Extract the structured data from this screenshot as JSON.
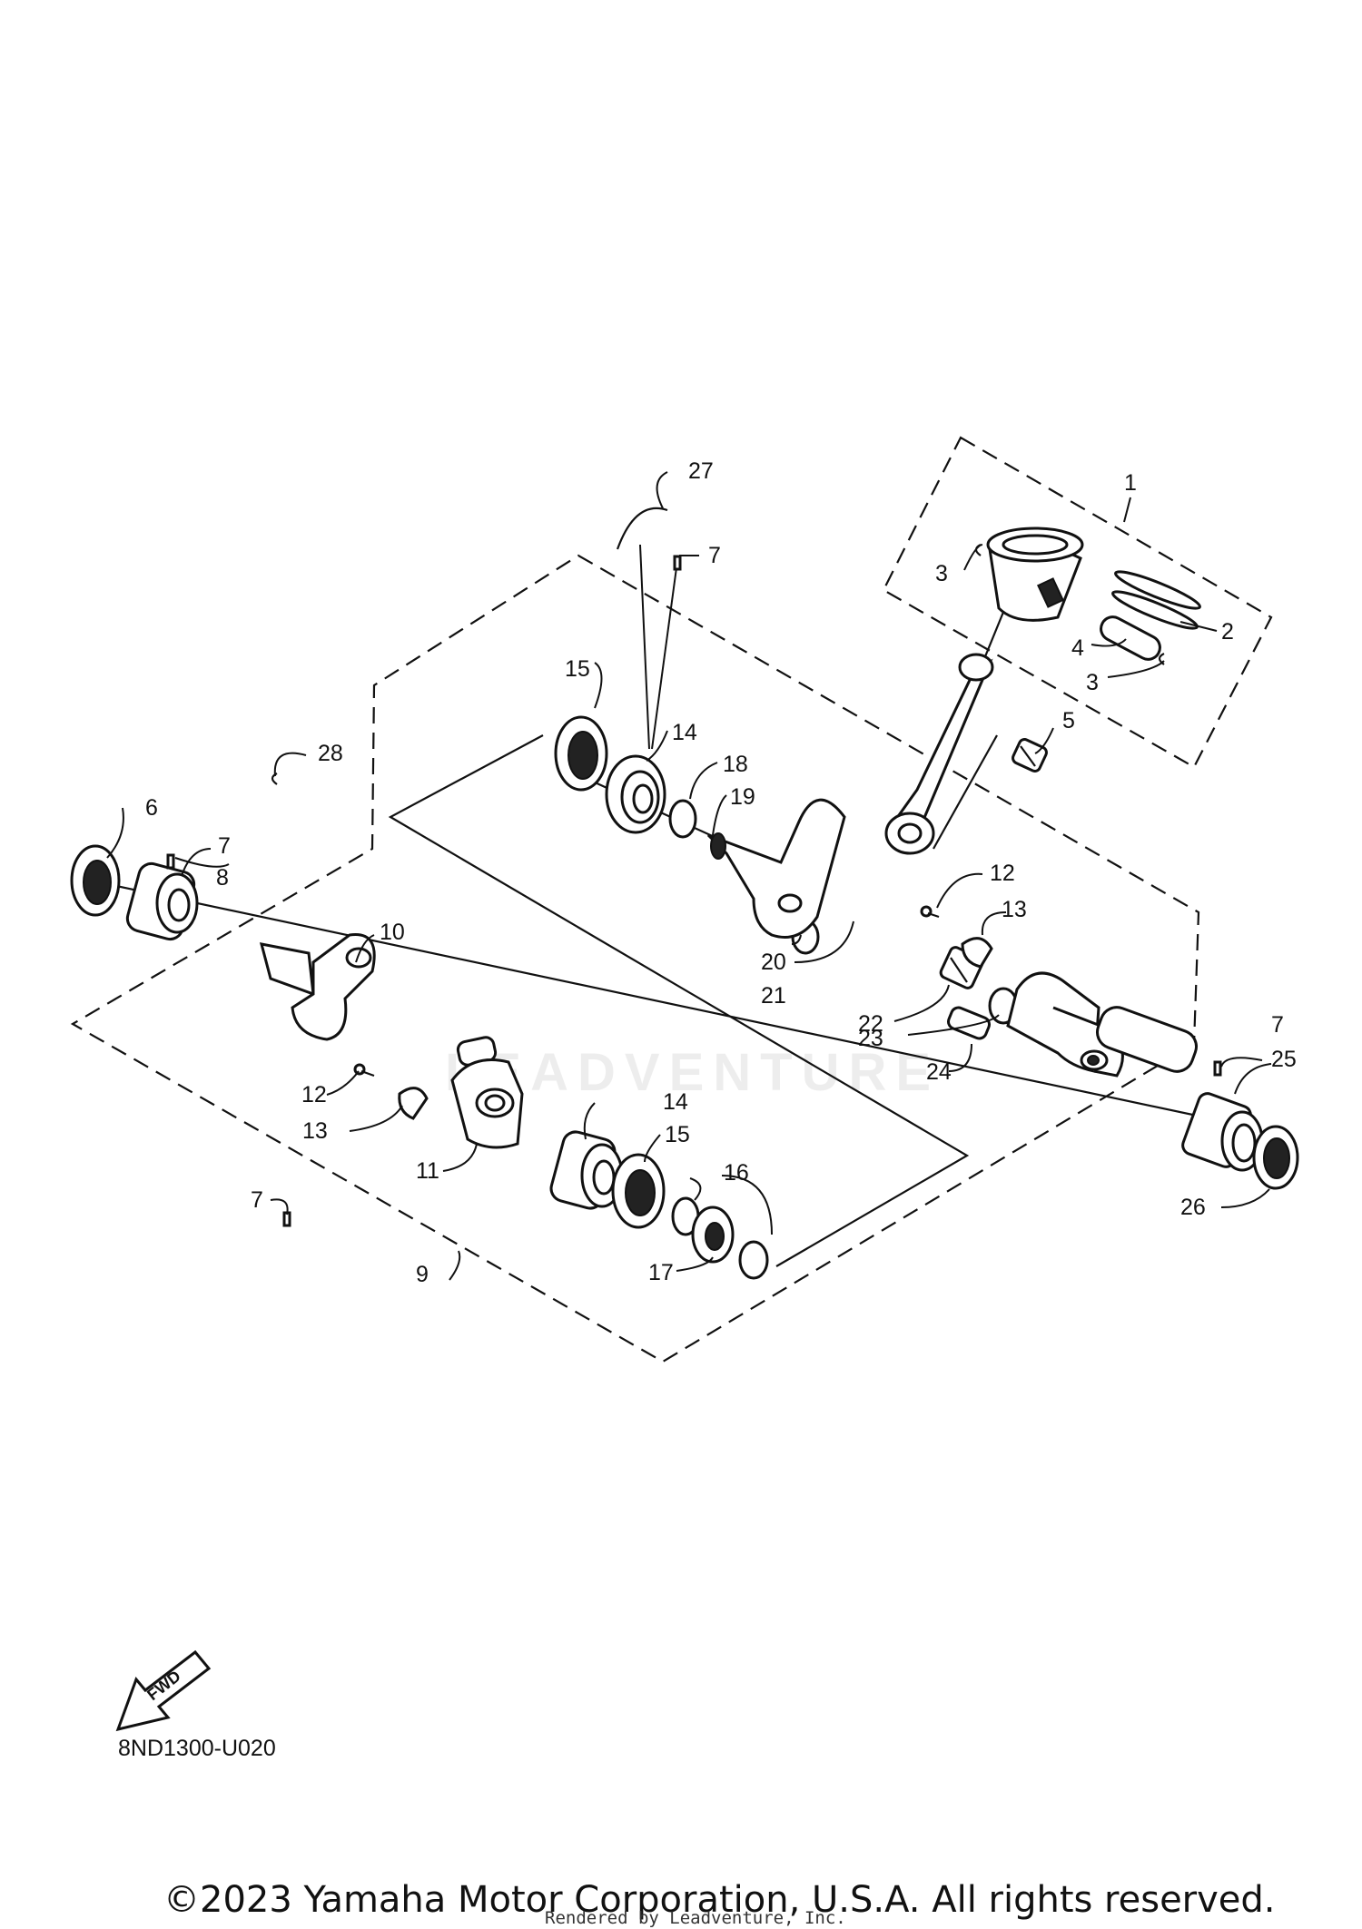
{
  "diagram_code": "8ND1300-U020",
  "fwd_label": "FWD",
  "watermark_text": "LEADVENTURE",
  "copyright": "©2023 Yamaha Motor Corporation, U.S.A. All rights reserved.",
  "rendered_by": "Rendered by Leadventure, Inc.",
  "callouts": [
    {
      "id": "c1",
      "text": "1"
    },
    {
      "id": "c2",
      "text": "2"
    },
    {
      "id": "c3a",
      "text": "3"
    },
    {
      "id": "c3b",
      "text": "3"
    },
    {
      "id": "c4",
      "text": "4"
    },
    {
      "id": "c5",
      "text": "5"
    },
    {
      "id": "c6",
      "text": "6"
    },
    {
      "id": "c7a",
      "text": "7"
    },
    {
      "id": "c7b",
      "text": "7"
    },
    {
      "id": "c7c",
      "text": "7"
    },
    {
      "id": "c7d",
      "text": "7"
    },
    {
      "id": "c8",
      "text": "8"
    },
    {
      "id": "c9",
      "text": "9"
    },
    {
      "id": "c10",
      "text": "10"
    },
    {
      "id": "c11",
      "text": "11"
    },
    {
      "id": "c12a",
      "text": "12"
    },
    {
      "id": "c12b",
      "text": "12"
    },
    {
      "id": "c13a",
      "text": "13"
    },
    {
      "id": "c13b",
      "text": "13"
    },
    {
      "id": "c14a",
      "text": "14"
    },
    {
      "id": "c14b",
      "text": "14"
    },
    {
      "id": "c15a",
      "text": "15"
    },
    {
      "id": "c15b",
      "text": "15"
    },
    {
      "id": "c16",
      "text": "16"
    },
    {
      "id": "c17",
      "text": "17"
    },
    {
      "id": "c18",
      "text": "18"
    },
    {
      "id": "c19",
      "text": "19"
    },
    {
      "id": "c20",
      "text": "20"
    },
    {
      "id": "c21",
      "text": "21"
    },
    {
      "id": "c22",
      "text": "22"
    },
    {
      "id": "c23",
      "text": "23"
    },
    {
      "id": "c24",
      "text": "24"
    },
    {
      "id": "c25",
      "text": "25"
    },
    {
      "id": "c26",
      "text": "26"
    },
    {
      "id": "c27",
      "text": "27"
    },
    {
      "id": "c28",
      "text": "28"
    }
  ]
}
